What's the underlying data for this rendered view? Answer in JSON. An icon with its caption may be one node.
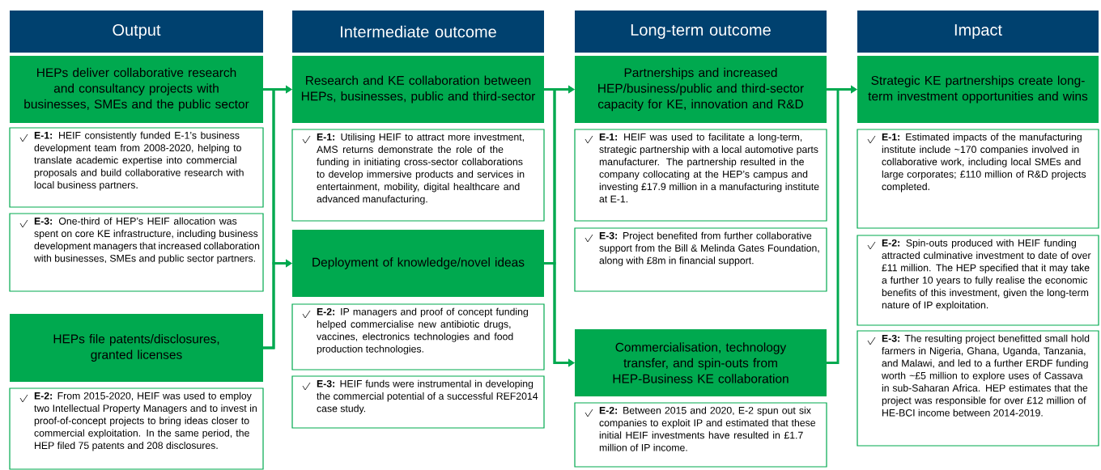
{
  "diagram": {
    "nodes": [
      {
        "text": [
          "Output"
        ]
      },
      {
        "text": [
          "HEPs deliver collaborative research and consultancy projects with businesses, SMEs and the public sector"
        ]
      },
      {
        "text": [
          "**E-1:** HEIF consistently funded E-1’s business development team from 2008-2020, helping to translate academic expertise into commercial proposals and build collaborative research with local business partners."
        ]
      },
      {
        "text": [
          "**E-3:** One-third of HEP’s HEIF allocation was spent on core KE infrastructure, including business development managers that increased collaboration with businesses, SMEs and public sector partners."
        ]
      },
      {
        "text": [
          "HEPs file patents/disclosures, granted licenses"
        ]
      },
      {
        "text": [
          "**E-2:** From 2015-2020, HEIF was used to employ two Intellectual Property Managers and to invest in proof-of-concept projects to bring ideas closer to commercial exploitation. In the same period, the HEP filed 75 patents and 208 disclosures."
        ]
      },
      {
        "text": [
          "Intermediate outcome"
        ]
      },
      {
        "text": [
          "Research and KE collaboration between HEPs, businesses, public and third-sector"
        ]
      },
      {
        "text": [
          "**E-1:** Utilising HEIF to attract more investment, AMS returns demonstrate the role of the funding in initiating cross-sector collaborations to develop immersive products and services in entertainment, mobility, digital healthcare and advanced manufacturing."
        ]
      },
      {
        "text": [
          "Deployment of knowledge/novel ideas"
        ]
      },
      {
        "text": [
          "**E-2:** IP managers and proof of concept funding helped commercialise new antibiotic drugs, vaccines, electronics technologies and food production technologies."
        ]
      },
      {
        "text": [
          "**E-3:** HEIF funds were instrumental in developing the commercial potential of a successful REF2014 case study."
        ]
      },
      {
        "text": [
          "Long-term outcome"
        ]
      },
      {
        "text": [
          "Partnerships and increased HEP/business/public and third-sector capacity for KE, innovation and R&D"
        ]
      },
      {
        "text": [
          "**E-1:** HEIF was used to facilitate a long-term, strategic partnership with a local automotive parts manufacturer. The partnership resulted in the company collocating at the HEP’s campus and investing £17.9 million in a manufacturing institute at E-1."
        ]
      },
      {
        "text": [
          "**E-3:** Project benefited from further collaborative support from the Bill & Melinda Gates Foundation, along with £8m in financial support."
        ]
      },
      {
        "text": [
          "Commercialisation, technology transfer, and spin-outs from HEP-Business KE collaboration"
        ]
      },
      {
        "text": [
          "**E-2:** Between 2015 and 2020, E-2 spun out six companies to exploit IP and estimated that these initial HEIF investments have resulted in £1.7 million of IP income."
        ]
      },
      {
        "text": [
          "Impact"
        ]
      },
      {
        "text": [
          "Strategic KE partnerships create long-term investment opportunities and wins"
        ]
      },
      {
        "text": [
          "**E-1:** Estimated impacts of the manufacturing institute include ~170 companies involved in collaborative work, including local SMEs and large corporates; £110 million of R&D projects completed."
        ]
      },
      {
        "text": [
          "**E-2:** Spin-outs produced with HEIF funding attracted culminative investment to date of over £11 million. The HEP specified that it may take a further 10 years to fully realise the economic benefits of this investment, given the long-term nature of IP exploitation."
        ]
      },
      {
        "text": [
          "**E-3:** The resulting project benefitted small hold farmers in Nigeria, Ghana, Uganda, Tanzania, and Malawi, and led to a further ERDF funding worth ~£5 million to explore uses of Cassava in sub-Saharan Africa. HEP estimates that the project was responsible for over £12 million of HE-BCI income between 2014-2019."
        ]
      }
    ],
    "edges": [
      {
        "from": 1,
        "to": 7,
        "arrow": "to"
      },
      {
        "from": 1,
        "to": 9,
        "arrow": "to"
      },
      {
        "from": 4,
        "to": 7,
        "arrow": "to"
      },
      {
        "from": 4,
        "to": 9,
        "arrow": "to"
      },
      {
        "from": 7,
        "to": 13,
        "arrow": "to"
      },
      {
        "from": 7,
        "to": 16,
        "arrow": "to"
      },
      {
        "from": 9,
        "to": 13,
        "arrow": "to"
      },
      {
        "from": 9,
        "to": 16,
        "arrow": "to"
      },
      {
        "from": 13,
        "to": 19,
        "arrow": "to"
      },
      {
        "from": 16,
        "to": 19,
        "arrow": "to"
      }
    ]
  }
}
